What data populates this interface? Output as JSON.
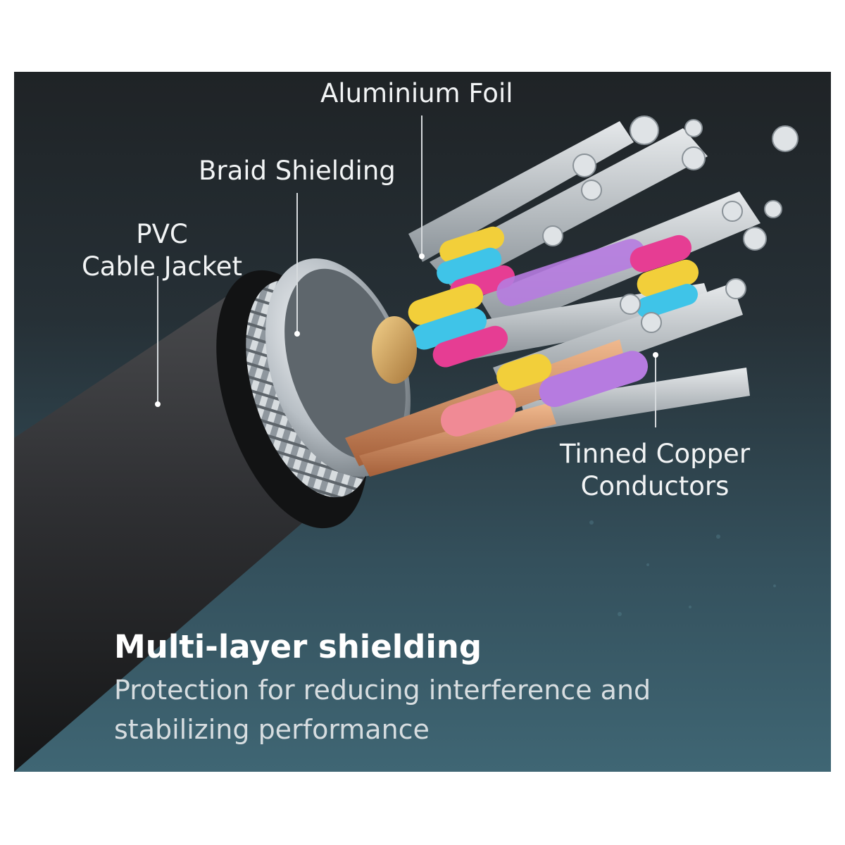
{
  "labels": {
    "aluminium_foil": "Aluminium Foil",
    "braid_shielding": "Braid Shielding",
    "pvc_line1": "PVC",
    "pvc_line2": "Cable Jacket",
    "tinned_line1": "Tinned Copper",
    "tinned_line2": "Conductors"
  },
  "headline": "Multi-layer shielding",
  "subline": "Protection for reducing interference and stabilizing performance",
  "colors": {
    "background_top": "#1f2326",
    "background_bottom": "#3f6674",
    "jacket": "#2a2b2d",
    "copper": "#c98a5a",
    "pink": "#e63d93",
    "yellow": "#f2cf3a",
    "cyan": "#3fc4e8",
    "purple": "#b67be0"
  }
}
